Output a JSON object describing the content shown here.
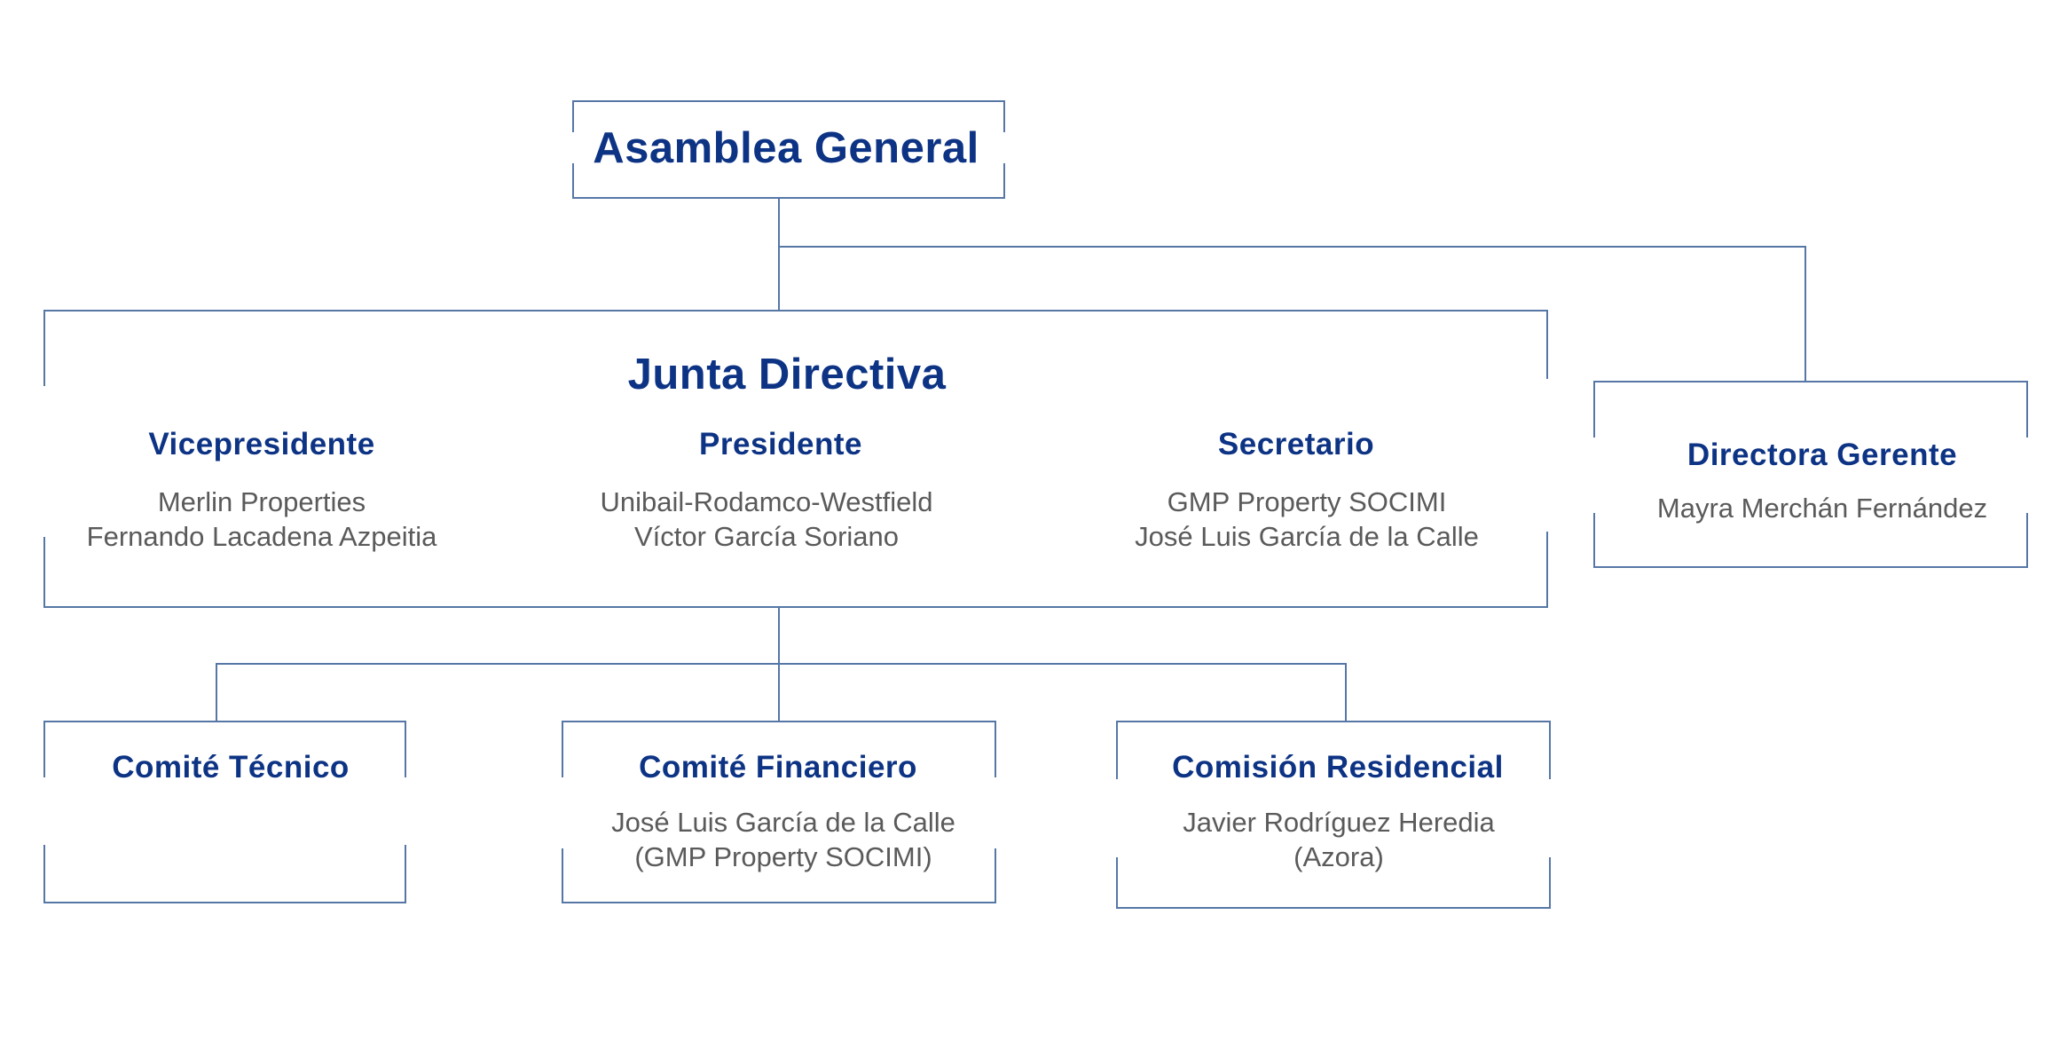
{
  "asamblea": {
    "title": "Asamblea General"
  },
  "junta": {
    "title": "Junta Directiva",
    "members": [
      {
        "role": "Vicepresidente",
        "company": "Merlin Properties",
        "person": "Fernando Lacadena Azpeitia"
      },
      {
        "role": "Presidente",
        "company": "Unibail-Rodamco-Westfield",
        "person": "Víctor García Soriano"
      },
      {
        "role": "Secretario",
        "company": "GMP Property SOCIMI",
        "person": "José Luis García de la Calle"
      }
    ]
  },
  "directora": {
    "title": "Directora Gerente",
    "person": "Mayra Merchán Fernández"
  },
  "committees": [
    {
      "title": "Comité Técnico",
      "line1": "",
      "line2": ""
    },
    {
      "title": "Comité Financiero",
      "line1": "José Luis García de la Calle",
      "line2": "(GMP Property SOCIMI)"
    },
    {
      "title": "Comisión Residencial",
      "line1": "Javier Rodríguez Heredia",
      "line2": "(Azora)"
    }
  ],
  "colors": {
    "title": "#0d3384",
    "text": "#5a5a5a",
    "line": "#5677a6"
  }
}
